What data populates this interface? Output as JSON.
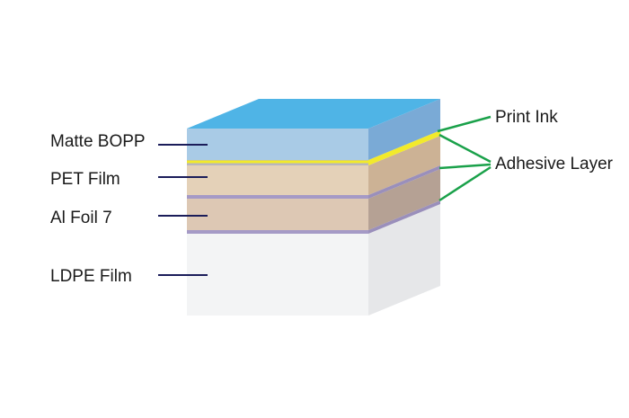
{
  "layers": [
    {
      "label": "Matte BOPP"
    },
    {
      "label": "PET Film"
    },
    {
      "label": "Al Foil 7"
    },
    {
      "label": "LDPE Film"
    }
  ],
  "callouts": {
    "print_ink": "Print Ink",
    "adhesive_layer": "Adhesive Layer"
  },
  "colors": {
    "bopp_front": "#a9cbe6",
    "bopp_side": "#7aaad6",
    "top_face": "#4fb4e6",
    "ink": "#f2ea2b",
    "pet_front": "#e4d1b8",
    "pet_side": "#ccb295",
    "foil_front": "#ddc8b4",
    "foil_side": "#b5a194",
    "adhesive": "#a59ac6",
    "ldpe_front": "#f3f4f5",
    "ldpe_side": "#e6e7e9",
    "leader_dark": "#1b1d5a",
    "leader_green": "#1aa14a"
  }
}
